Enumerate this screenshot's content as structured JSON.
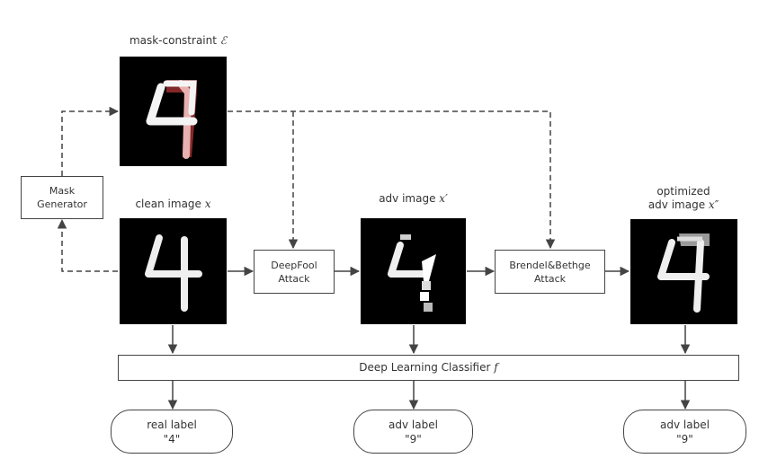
{
  "labels": {
    "mask_constraint": "mask-constraint",
    "mask_constraint_symbol": "ℰ",
    "clean_image": "clean image",
    "clean_image_symbol": "x",
    "adv_image": "adv image",
    "adv_image_symbol": "x′",
    "optimized_line1": "optimized",
    "optimized_line2": "adv image",
    "optimized_symbol": "x″"
  },
  "boxes": {
    "mask_generator": [
      "Mask",
      "Generator"
    ],
    "deepfool": [
      "DeepFool",
      "Attack"
    ],
    "brendel": [
      "Brendel&Bethge",
      "Attack"
    ],
    "classifier": "Deep Learning Classifier",
    "classifier_symbol": "f"
  },
  "outputs": [
    {
      "title": "real label",
      "value": "\"4\""
    },
    {
      "title": "adv label",
      "value": "\"9\""
    },
    {
      "title": "adv label",
      "value": "\"9\""
    }
  ],
  "colors": {
    "line": "#444444",
    "mask_red": "#b03a3a",
    "digit": "#eeeeee"
  }
}
